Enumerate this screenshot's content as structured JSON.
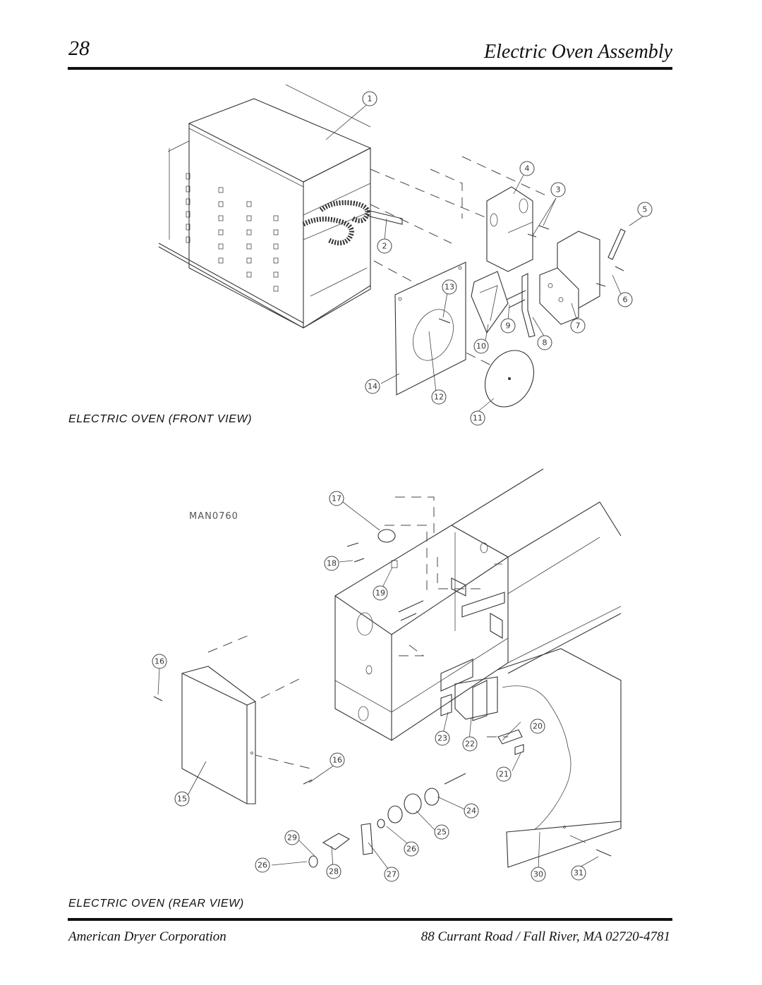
{
  "header": {
    "page_number": "28",
    "title": "Electric Oven Assembly"
  },
  "figures": {
    "front_caption": "ELECTRIC OVEN (FRONT VIEW)",
    "rear_caption": "ELECTRIC OVEN (REAR VIEW)",
    "drawing_number": "MAN0760"
  },
  "callouts": {
    "c1": "1",
    "c2": "2",
    "c3": "3",
    "c4": "4",
    "c5": "5",
    "c6": "6",
    "c7": "7",
    "c8": "8",
    "c9": "9",
    "c10": "10",
    "c11": "11",
    "c12": "12",
    "c13": "13",
    "c14": "14",
    "c15": "15",
    "c16a": "16",
    "c16b": "16",
    "c17": "17",
    "c18": "18",
    "c19": "19",
    "c20": "20",
    "c21": "21",
    "c22": "22",
    "c23": "23",
    "c24": "24",
    "c25": "25",
    "c26a": "26",
    "c26b": "26",
    "c27": "27",
    "c28": "28",
    "c29": "29",
    "c30": "30",
    "c31": "31"
  },
  "footer": {
    "company": "American Dryer Corporation",
    "address": "88 Currant Road / Fall River, MA 02720-4781"
  }
}
